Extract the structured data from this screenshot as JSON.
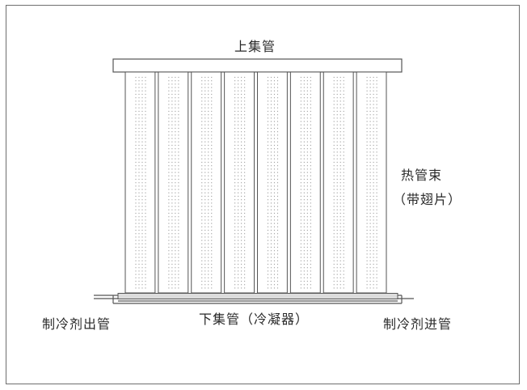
{
  "labels": {
    "upper_header": "上集管",
    "heat_pipe_bundle": "热管束",
    "with_fins": "（带翅片）",
    "lower_header": "下集管（冷凝器）",
    "refrigerant_outlet": "制冷剂出管",
    "refrigerant_inlet": "制冷剂进管"
  },
  "heat_pipe_count": 8,
  "colors": {
    "stroke": "#555555",
    "fin_dots": "#9a9a9a",
    "pipe_fill": "#dcdcdc"
  }
}
